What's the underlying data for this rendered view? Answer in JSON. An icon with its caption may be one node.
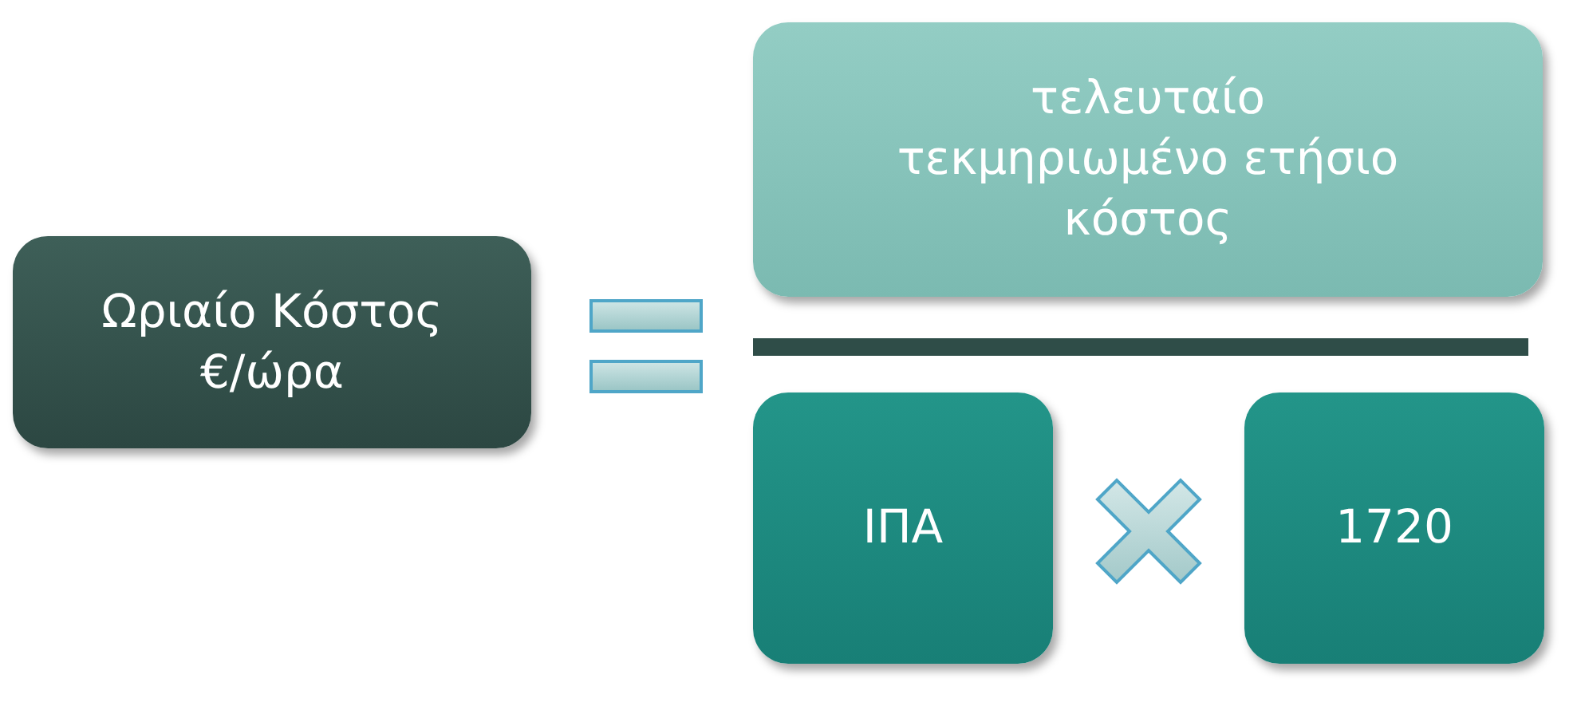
{
  "diagram": {
    "nodes": [
      {
        "text": [
          "Ωριαίο Κόστος €/ώρα"
        ]
      },
      {
        "text": [
          "τελευταίο τεκμηριωμένο ετήσιο κόστος"
        ]
      },
      {
        "text": [
          "ΙΠΑ"
        ]
      },
      {
        "text": [
          "1720"
        ]
      }
    ]
  }
}
